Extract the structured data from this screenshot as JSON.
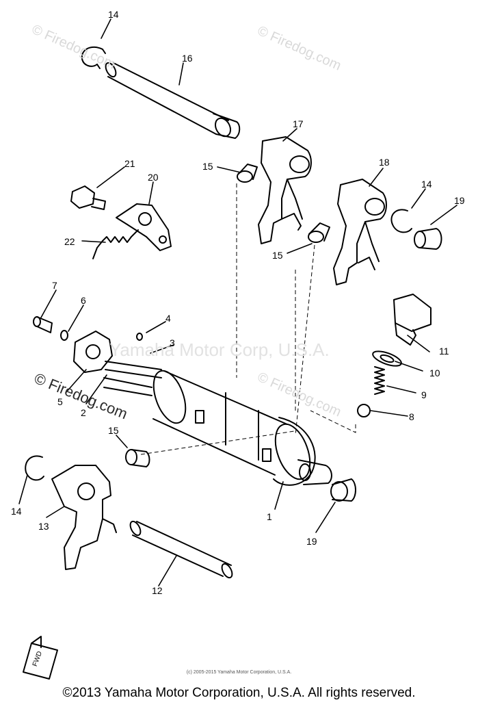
{
  "callouts": {
    "p1": "1",
    "p2": "2",
    "p3": "3",
    "p4": "4",
    "p5": "5",
    "p6": "6",
    "p7": "7",
    "p8": "8",
    "p9": "9",
    "p10": "10",
    "p11": "11",
    "p12": "12",
    "p13": "13",
    "p14a": "14",
    "p14b": "14",
    "p14c": "14",
    "p15a": "15",
    "p15b": "15",
    "p15c": "15",
    "p16": "16",
    "p17": "17",
    "p18": "18",
    "p19a": "19",
    "p19b": "19",
    "p20": "20",
    "p21": "21",
    "p22": "22"
  },
  "watermarks": {
    "firedog_1": "© Firedog.com",
    "firedog_2": "© Firedog.com",
    "firedog_3": "© Firedog.com",
    "firedog_4": "© Firedog.com",
    "yamaha": "Yamaha Motor Corp, U.S.A."
  },
  "fwd_label": "FWD",
  "fine_print": "(c) 2005-2015 Yamaha Motor Corporation, U.S.A.",
  "copyright": "©2013 Yamaha Motor Corporation, U.S.A. All rights reserved."
}
